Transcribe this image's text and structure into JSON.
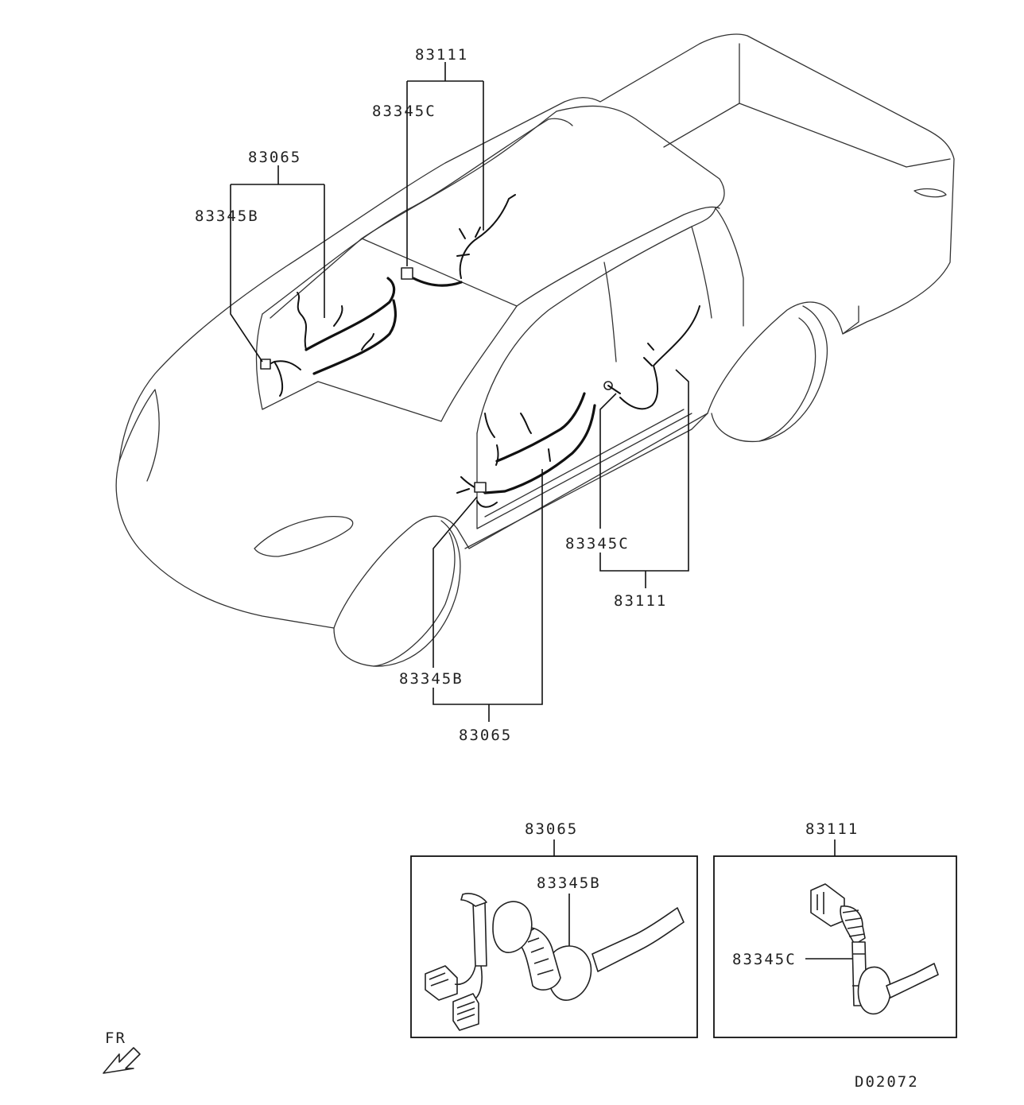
{
  "callouts": {
    "top_door_harness_front": "83065",
    "top_door_grommet_front": "83345B",
    "top_door_harness_rear": "83111",
    "top_door_grommet_rear": "83345C",
    "side_door_grommet_rear": "83345C",
    "side_door_harness_rear": "83111",
    "side_door_grommet_front": "83345B",
    "side_door_harness_front": "83065"
  },
  "detail_front": {
    "title": "83065",
    "grommet_label": "83345B"
  },
  "detail_rear": {
    "title": "83111",
    "grommet_label": "83345C"
  },
  "direction_indicator": {
    "label": "FR",
    "icon": "arrow-front-icon"
  },
  "diagram_code": "D02072"
}
